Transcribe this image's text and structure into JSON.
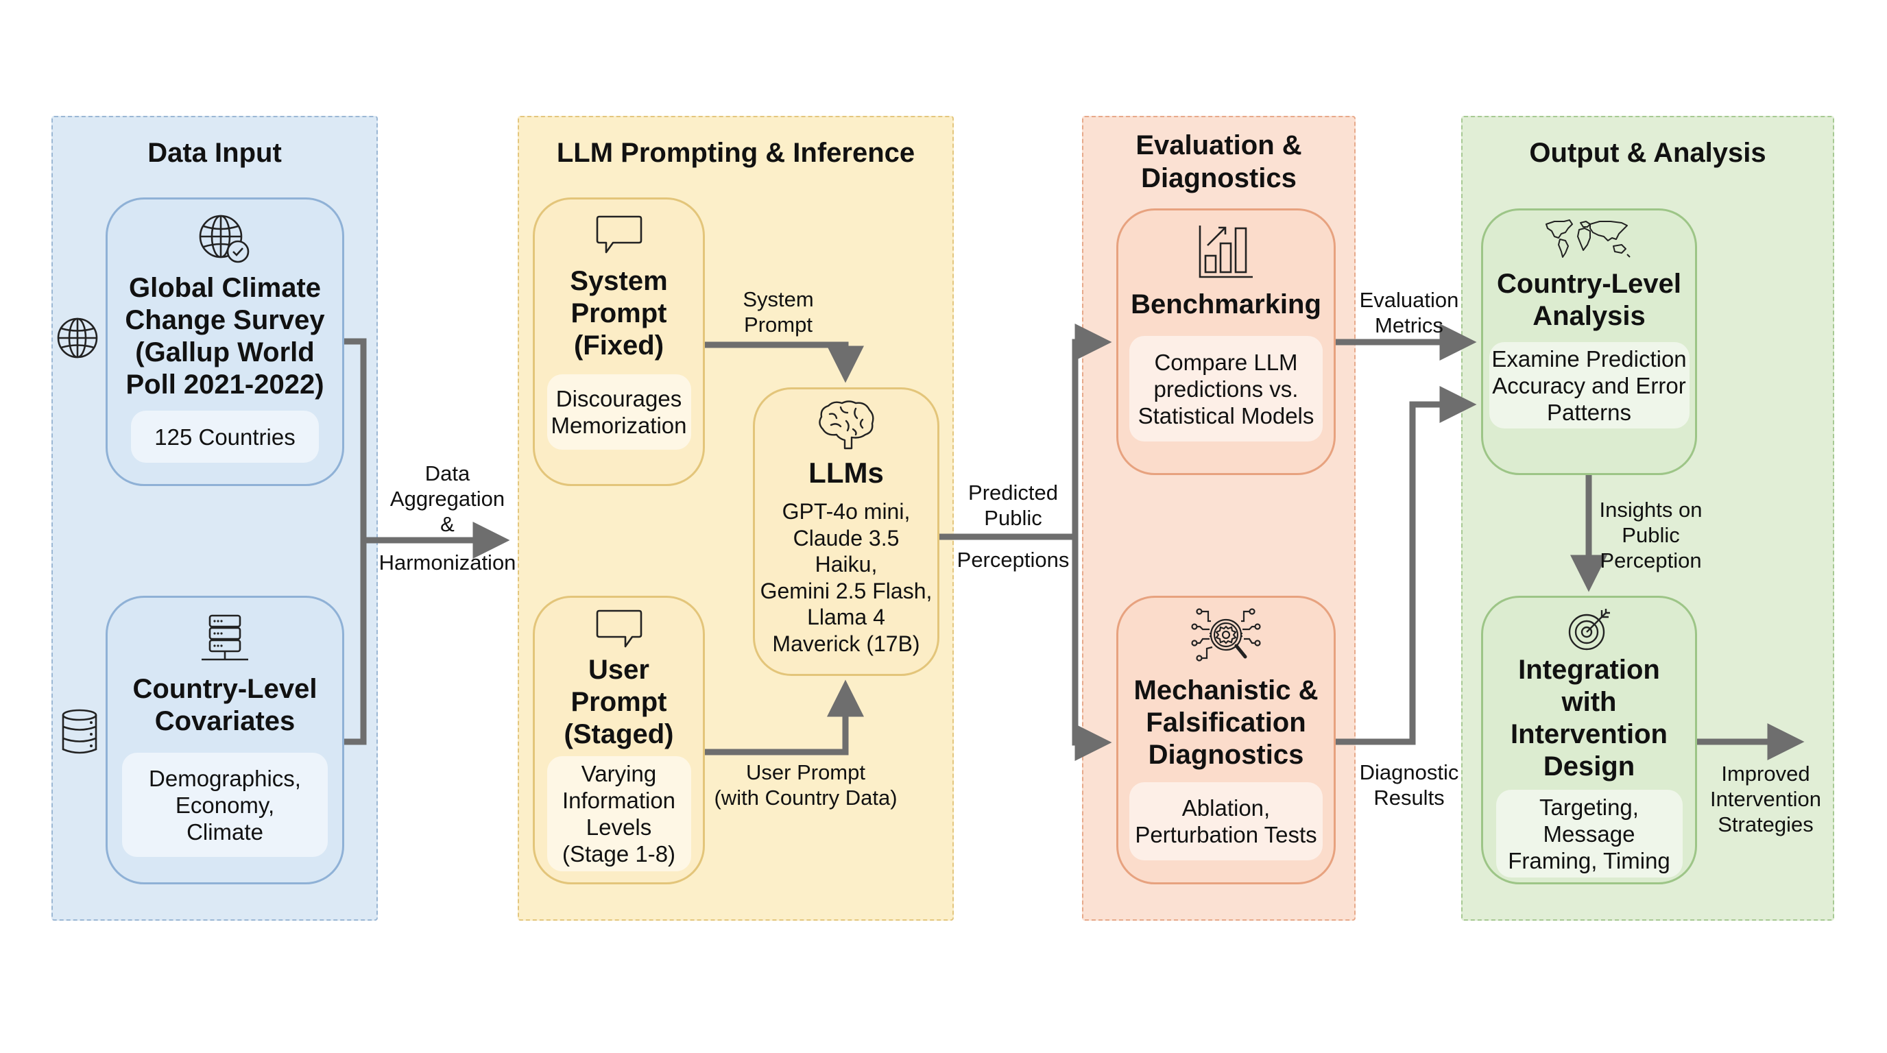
{
  "panels": {
    "data_input": {
      "title": "Data Input",
      "color": "#dce9f5",
      "survey": {
        "icon": "globe-check-icon",
        "title_lines": [
          "Global Climate",
          "Change Survey",
          "(Gallup World",
          "Poll 2021-2022)"
        ],
        "detail": "125 Countries"
      },
      "covariates": {
        "icon": "server-icon",
        "title_lines": [
          "Country-Level",
          "Covariates"
        ],
        "detail_lines": [
          "Demographics,",
          "Economy,",
          "Climate"
        ]
      },
      "side_icons": [
        "globe-icon",
        "database-icon"
      ]
    },
    "llm_prompting": {
      "title": "LLM Prompting & Inference",
      "color": "#fcefc9",
      "system_prompt": {
        "icon": "speech-bubble-icon",
        "title_lines": [
          "System",
          "Prompt",
          "(Fixed)"
        ],
        "detail_lines": [
          "Discourages",
          "Memorization"
        ]
      },
      "user_prompt": {
        "icon": "speech-bubble-icon",
        "title_lines": [
          "User",
          "Prompt",
          "(Staged)"
        ],
        "detail_lines": [
          "Varying",
          "Information",
          "Levels",
          "(Stage 1-8)"
        ]
      },
      "llms": {
        "icon": "brain-icon",
        "title": "LLMs",
        "model_lines": [
          "GPT-4o mini,",
          "Claude 3.5",
          "Haiku,",
          "Gemini 2.5 Flash,",
          "Llama 4",
          "Maverick (17B)"
        ]
      }
    },
    "evaluation": {
      "title_lines": [
        "Evaluation &",
        "Diagnostics"
      ],
      "color": "#fbe1d3",
      "benchmarking": {
        "icon": "bar-chart-growth-icon",
        "title": "Benchmarking",
        "detail_lines": [
          "Compare LLM",
          "predictions vs.",
          "Statistical Models"
        ]
      },
      "mechanistic": {
        "icon": "magnifier-gear-circuit-icon",
        "title_lines": [
          "Mechanistic &",
          "Falsification",
          "Diagnostics"
        ],
        "detail_lines": [
          "Ablation,",
          "Perturbation Tests"
        ]
      }
    },
    "output": {
      "title": "Output & Analysis",
      "color": "#e1eed6",
      "country_analysis": {
        "icon": "world-map-icon",
        "title_lines": [
          "Country-Level",
          "Analysis"
        ],
        "detail_lines": [
          "Examine Prediction",
          "Accuracy and Error",
          "Patterns"
        ]
      },
      "integration": {
        "icon": "target-arrow-icon",
        "title_lines": [
          "Integration",
          "with",
          "Intervention",
          "Design"
        ],
        "detail_lines": [
          "Targeting,",
          "Message",
          "Framing, Timing"
        ]
      }
    }
  },
  "edge_labels": {
    "aggregation": [
      "Data",
      "Aggregation",
      "&",
      "Harmonization"
    ],
    "system_prompt": [
      "System",
      "Prompt"
    ],
    "user_prompt": [
      "User Prompt",
      "(with Country Data)"
    ],
    "predicted_top": [
      "Predicted",
      "Public"
    ],
    "predicted_bottom": "Perceptions",
    "evaluation_metrics": [
      "Evaluation",
      "Metrics"
    ],
    "diagnostic_results": [
      "Diagnostic",
      "Results"
    ],
    "insights": [
      "Insights on",
      "Public",
      "Perception"
    ],
    "improved": [
      "Improved",
      "Intervention",
      "Strategies"
    ]
  },
  "colors": {
    "arrow": "#6e6e6e",
    "blue_border": "#8fb1d6",
    "yellow_border": "#e3c57a",
    "orange_border": "#e7a27f",
    "green_border": "#9dc587"
  }
}
